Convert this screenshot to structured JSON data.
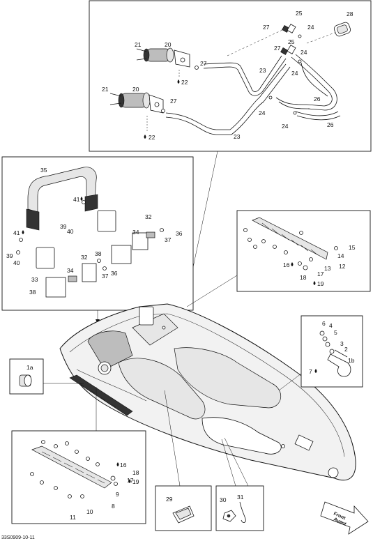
{
  "figure": {
    "code": "33S0909-10-11",
    "callouts": {
      "c1a": "1a",
      "c1b": "1b",
      "c2": "2",
      "c3": "3",
      "c4": "4",
      "c5": "5",
      "c6": "6",
      "c7": "7",
      "c8": "8",
      "c9": "9",
      "c10": "10",
      "c11": "11",
      "c12": "12",
      "c13": "13",
      "c14": "14",
      "c15": "15",
      "c16a": "16",
      "c16b": "16",
      "c17a": "17",
      "c17b": "17",
      "c18a": "18",
      "c18b": "18",
      "c19a": "19",
      "c19b": "19",
      "c20a": "20",
      "c20b": "20",
      "c21a": "21",
      "c21b": "21",
      "c22a": "22",
      "c22b": "22",
      "c23a": "23",
      "c23b": "23",
      "c24a": "24",
      "c24b": "24",
      "c24c": "24",
      "c24d": "24",
      "c25a": "25",
      "c25b": "25",
      "c26a": "26",
      "c26b": "26",
      "c27a": "27",
      "c27b": "27",
      "c27c": "27",
      "c27d": "27",
      "c28": "28",
      "c29": "29",
      "c30": "30",
      "c31": "31",
      "c32a": "32",
      "c32b": "32",
      "c33": "33",
      "c34a": "34",
      "c34b": "34",
      "c35": "35",
      "c36a": "36",
      "c36b": "36",
      "c37a": "37",
      "c37b": "37",
      "c38a": "38",
      "c38b": "38",
      "c39a": "39",
      "c39b": "39",
      "c40a": "40",
      "c40b": "40",
      "c41a": "41",
      "c41b": "41"
    },
    "direction_arrow": {
      "line1": "Front",
      "line2": "Avant"
    }
  }
}
